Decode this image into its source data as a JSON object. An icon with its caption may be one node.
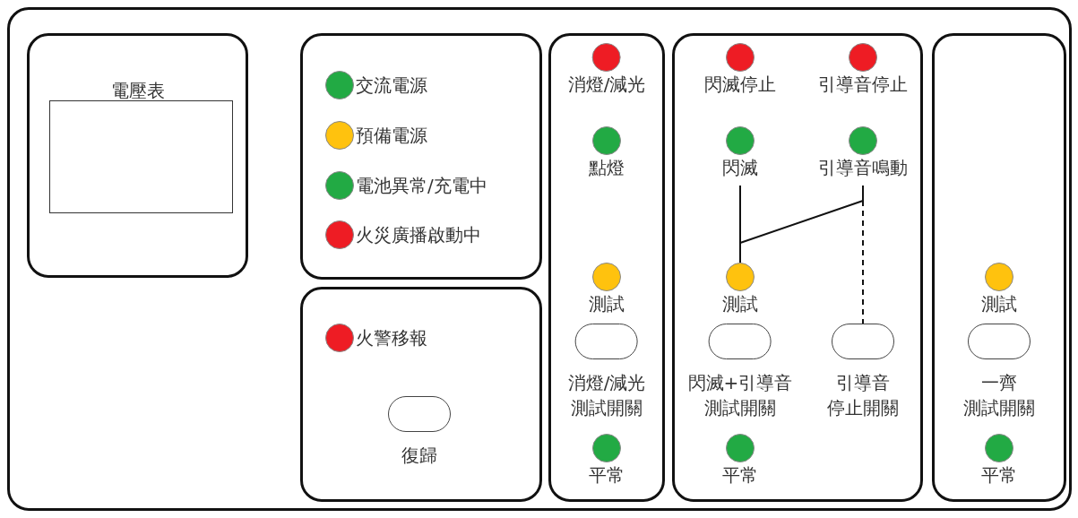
{
  "diagram": {
    "nodes": [
      {
        "text": [],
        "shape": "box"
      },
      {
        "text": [
          "電壓表"
        ],
        "in": 0
      },
      {
        "text": [],
        "shape": "box",
        "in": 1
      },
      {
        "text": [],
        "shape": "box",
        "in": 0
      },
      {
        "text": [],
        "shape": "circle",
        "beside": [
          "交流電源"
        ],
        "in": 3
      },
      {
        "text": [],
        "shape": "circle",
        "beside": [
          "預備電源"
        ],
        "in": 3
      },
      {
        "text": [],
        "shape": "circle",
        "beside": [
          "電池異常/充電中"
        ],
        "in": 3
      },
      {
        "text": [],
        "shape": "circle",
        "beside": [
          "火災廣播啟動中"
        ],
        "in": 3
      },
      {
        "text": [],
        "shape": "box",
        "in": 0
      },
      {
        "text": [],
        "shape": "circle",
        "beside": [
          "火警移報"
        ],
        "in": 8
      },
      {
        "text": [],
        "shape": "button",
        "beside": [
          "復歸"
        ],
        "in": 8
      },
      {
        "text": [],
        "shape": "box",
        "in": 0
      },
      {
        "text": [],
        "shape": "circle",
        "beside": [
          "消燈/減光"
        ],
        "in": 11
      },
      {
        "text": [],
        "shape": "circle",
        "beside": [
          "點燈"
        ],
        "in": 11
      },
      {
        "text": [],
        "shape": "circle",
        "beside": [
          "測試"
        ],
        "in": 11
      },
      {
        "text": [],
        "shape": "button",
        "beside": [
          "消燈/減光",
          "測試開關"
        ],
        "in": 11
      },
      {
        "text": [],
        "shape": "circle",
        "beside": [
          "平常"
        ],
        "in": 11
      },
      {
        "text": [],
        "shape": "box",
        "in": 0
      },
      {
        "text": [],
        "shape": "circle",
        "beside": [
          "閃滅停止"
        ],
        "in": 17
      },
      {
        "text": [],
        "shape": "circle",
        "beside": [
          "引導音停止"
        ],
        "in": 17
      },
      {
        "text": [],
        "shape": "circle",
        "beside": [
          "閃滅"
        ],
        "in": 17
      },
      {
        "text": [],
        "shape": "circle",
        "beside": [
          "引導音鳴動"
        ],
        "in": 17
      },
      {
        "text": [],
        "shape": "circle",
        "beside": [
          "測試"
        ],
        "in": 17
      },
      {
        "text": [],
        "shape": "button",
        "beside": [
          "閃滅+引導音",
          "測試開關"
        ],
        "in": 17
      },
      {
        "text": [],
        "shape": "button",
        "beside": [
          "引導音",
          "停止開關"
        ],
        "in": 17
      },
      {
        "text": [],
        "shape": "circle",
        "beside": [
          "平常"
        ],
        "in": 17
      },
      {
        "text": [],
        "shape": "box",
        "in": 0
      },
      {
        "text": [],
        "shape": "circle",
        "beside": [
          "測試"
        ],
        "in": 26
      },
      {
        "text": [],
        "shape": "button",
        "beside": [
          "一齊",
          "測試開關"
        ],
        "in": 26
      },
      {
        "text": [],
        "shape": "circle",
        "beside": [
          "平常"
        ],
        "in": 26
      }
    ],
    "edges": [
      {
        "from": 20,
        "to": 22,
        "arrow": "none"
      },
      {
        "from": 21,
        "to": 22,
        "arrow": "none"
      },
      {
        "from": 21,
        "to": 24,
        "arrow": "none",
        "style": "dashed"
      }
    ]
  }
}
